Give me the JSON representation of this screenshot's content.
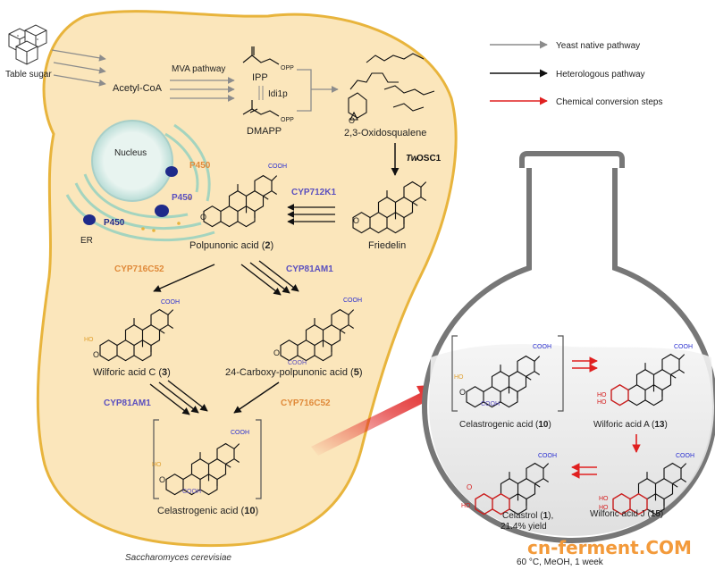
{
  "legend": {
    "yeast_native": "Yeast native pathway",
    "heterologous": "Heterologous pathway",
    "chemical": "Chemical conversion steps"
  },
  "labels": {
    "table_sugar": "Table sugar",
    "acetyl_coa": "Acetyl-CoA",
    "mva": "MVA pathway",
    "ipp": "IPP",
    "dmapp": "DMAPP",
    "idi1p": "Idi1p",
    "opp": "OPP",
    "oxidosqualene": "2,3-Oxidosqualene",
    "twosc1_prefix": "Tw",
    "twosc1_suffix": "OSC1",
    "nucleus": "Nucleus",
    "er": "ER",
    "p450": "P450",
    "friedelin": "Friedelin",
    "cyp712k1": "CYP712K1",
    "polpunonic_prefix": "Polpunonic acid (",
    "polpunonic_num": "2",
    "cyp716c52_a": "CYP716C52",
    "cyp81am1_a": "CYP81AM1",
    "wilforic_c_prefix": "Wilforic acid C (",
    "wilforic_c_num": "3",
    "carboxy_prefix": "24-Carboxy-polpunonic acid (",
    "carboxy_num": "5",
    "cyp81am1_b": "CYP81AM1",
    "cyp716c52_b": "CYP716C52",
    "celastrogenic_prefix": "Celastrogenic acid (",
    "celastrogenic_num": "10",
    "flask_celastrogenic_prefix": "Celastrogenic acid (",
    "flask_celastrogenic_num": "10",
    "wilforic_a_prefix": "Wilforic acid A (",
    "wilforic_a_num": "13",
    "wilforic_j_prefix": "Wilforic acid J (",
    "wilforic_j_num": "15",
    "celastrol_prefix": "Celastrol (",
    "celastrol_num": "1",
    "celastrol_suffix": "),",
    "yield": "21.4% yield",
    "cooh": "COOH",
    "ho": "HO",
    "o": "O",
    "species": "Saccharomyces cerevisiae",
    "conditions": "60 °C, MeOH, 1 week",
    "watermark": "cn-ferment.COM"
  },
  "colors": {
    "cell_fill": "#fbe6bb",
    "cell_stroke": "#e8b43c",
    "native_arrow": "#8c8c8c",
    "heterologous_arrow": "#111111",
    "chemical_arrow": "#e02020",
    "enzyme_blue": "#5a4fbf",
    "enzyme_orange": "#e08a3a",
    "p450_blue": "#1f2a8a",
    "cooh_blue": "#2a2fd0",
    "ho_orange": "#e0a030",
    "red_group": "#d42020"
  }
}
